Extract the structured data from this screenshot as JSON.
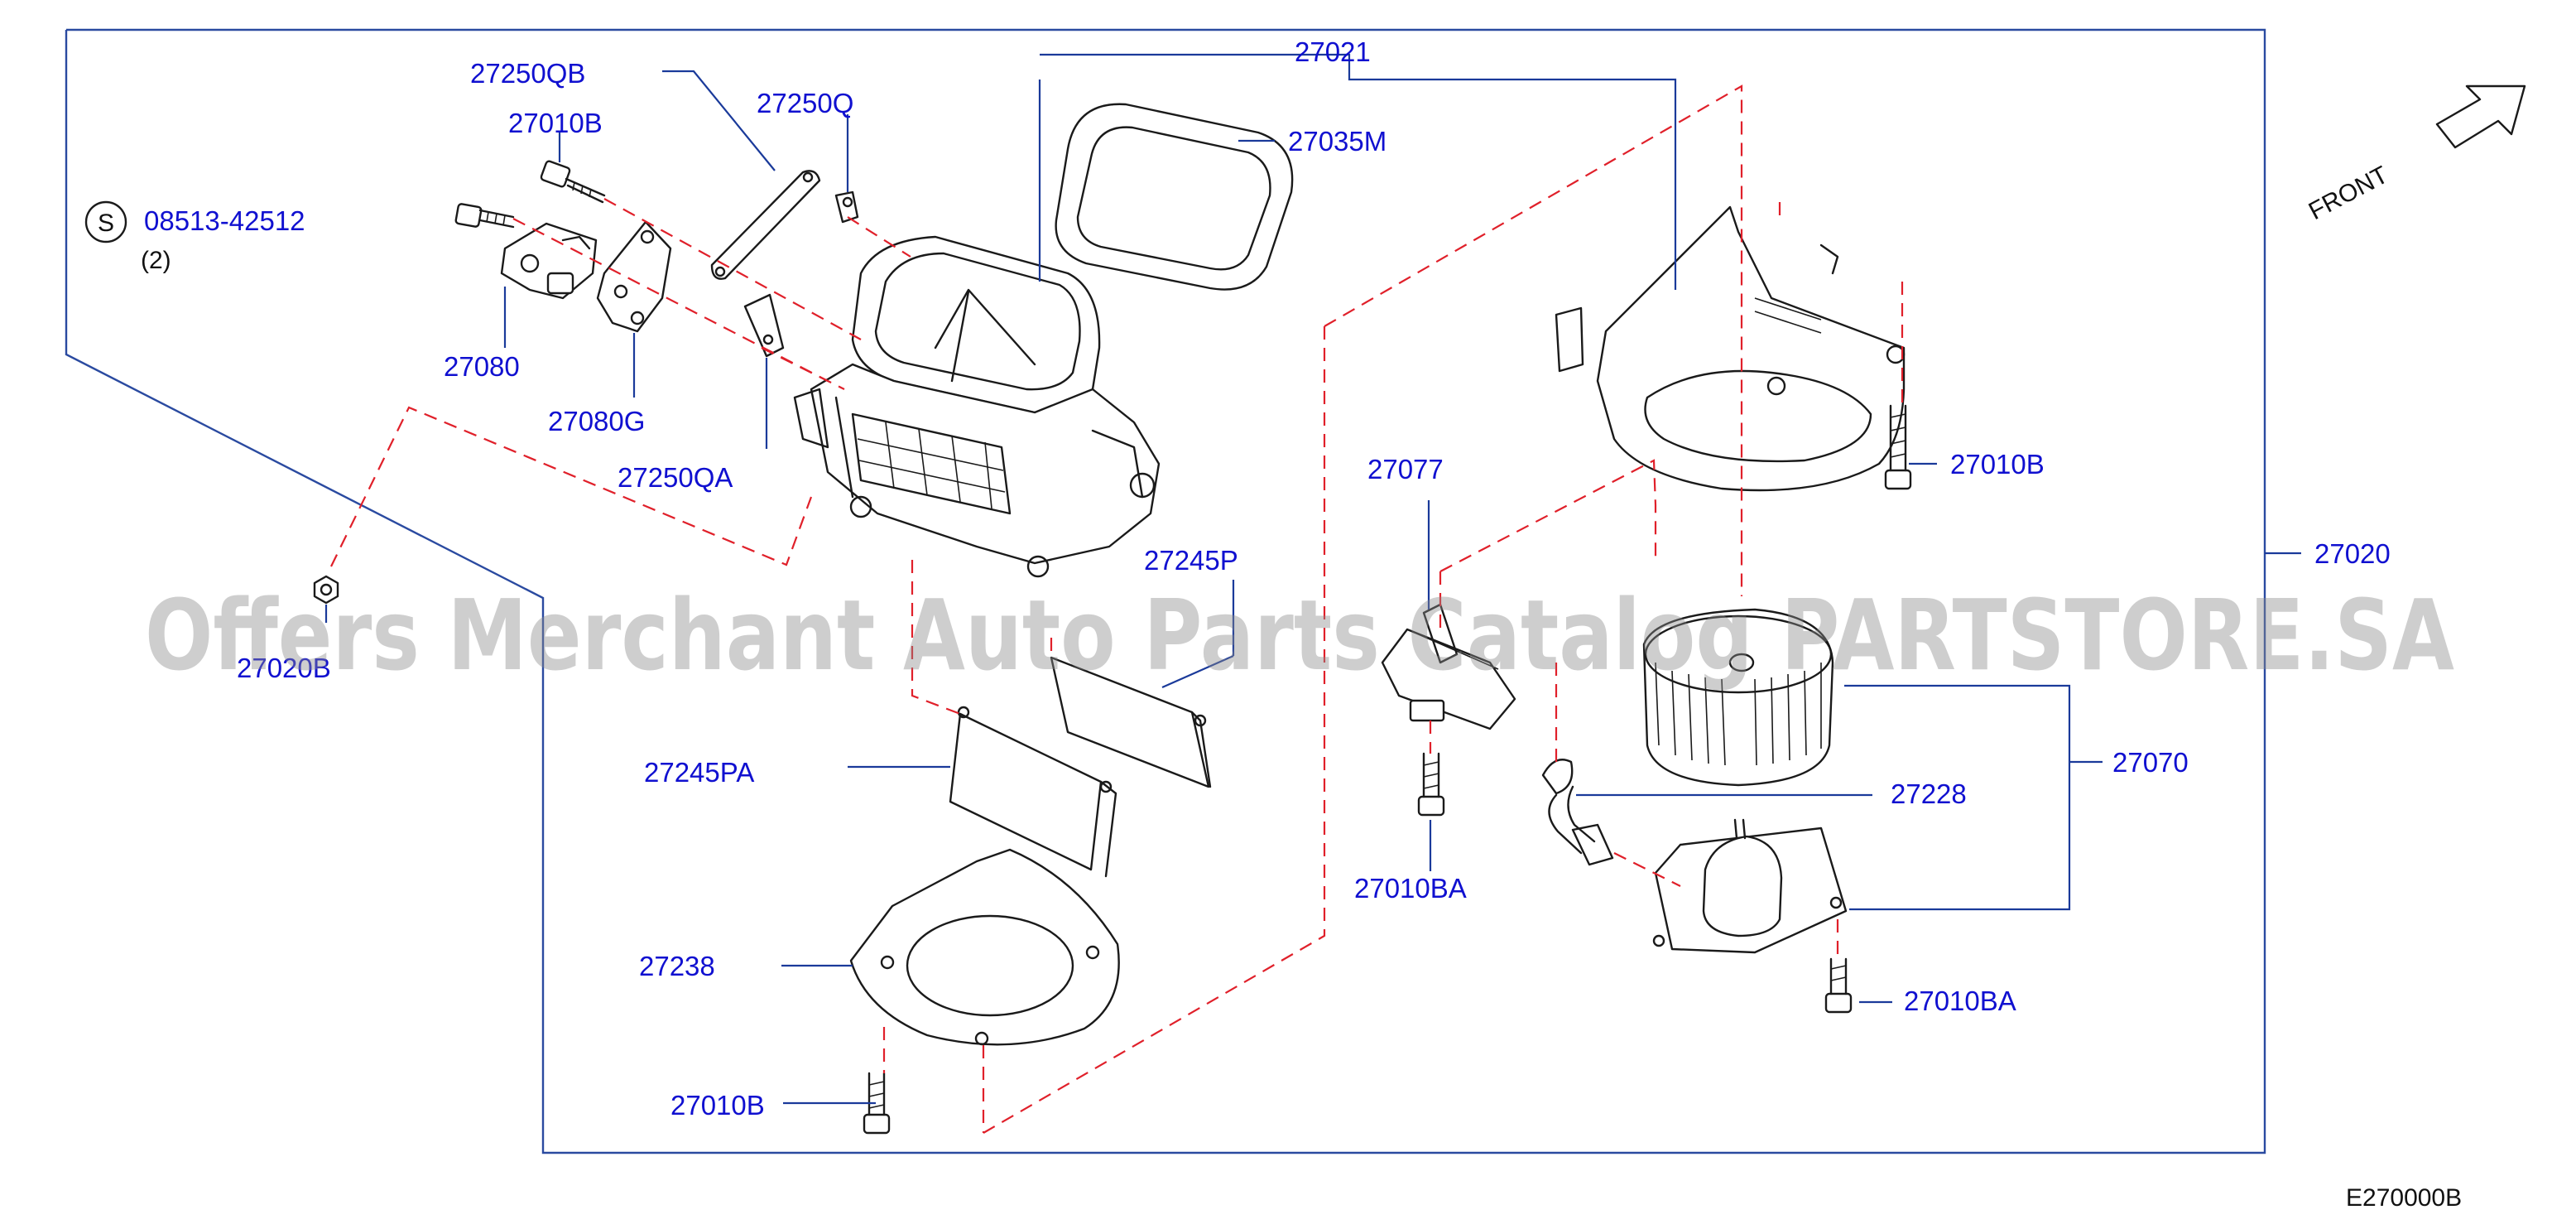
{
  "diagram": {
    "code": "E270000B",
    "front_label": "FRONT",
    "watermark": "Offers Merchant Auto Parts Catalog PARTSTORE.SA",
    "standard_part_symbol": "S",
    "labels": {
      "p27021": "27021",
      "p27250QB": "27250QB",
      "p27250Q": "27250Q",
      "p27010B_top": "27010B",
      "p27035M": "27035M",
      "p08513": "08513-42512",
      "p08513_qty": "(2)",
      "p27080": "27080",
      "p27080G": "27080G",
      "p27250QA": "27250QA",
      "p27010B_right": "27010B",
      "p27020": "27020",
      "p27077": "27077",
      "p27245P": "27245P",
      "p27020B": "27020B",
      "p27245PA": "27245PA",
      "p27228": "27228",
      "p27070": "27070",
      "p27010BA_left": "27010BA",
      "p27238": "27238",
      "p27010BA_right": "27010BA",
      "p27010B_bottom": "27010B"
    }
  }
}
